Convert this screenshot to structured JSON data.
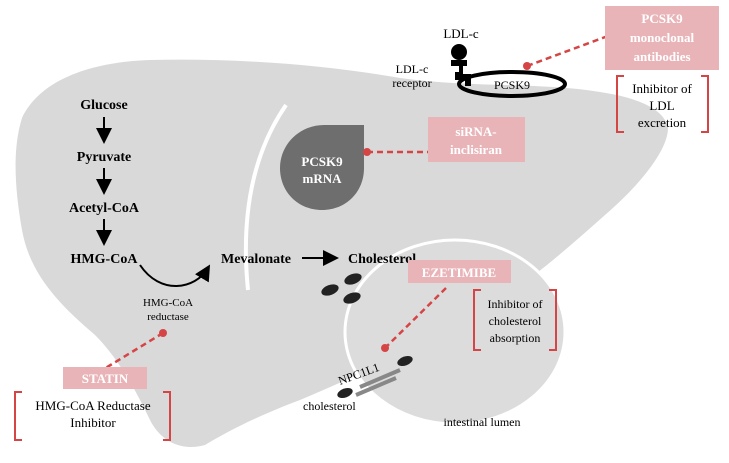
{
  "pathway": {
    "glucose": "Glucose",
    "pyruvate": "Pyruvate",
    "acetyl_coa": "Acetyl-CoA",
    "hmg_coa": "HMG-CoA",
    "mevalonate": "Mevalonate",
    "cholesterol": "Cholesterol",
    "enzyme_line1": "HMG-CoA",
    "enzyme_line2": "reductase"
  },
  "statin": {
    "label": "STATIN",
    "desc_line1": "HMG-CoA Reductase",
    "desc_line2": "Inhibitor"
  },
  "ldl": {
    "ldl_c": "LDL-c",
    "receptor_line1": "LDL-c",
    "receptor_line2": "receptor",
    "pcsk9": "PCSK9"
  },
  "antibodies": {
    "label_line1": "PCSK9",
    "label_line2": "monoclonal",
    "label_line3": "antibodies",
    "desc_line1": "Inhibitor of",
    "desc_line2": "LDL",
    "desc_line3": "excretion"
  },
  "sirna": {
    "label_line1": "siRNA-",
    "label_line2": "inclisiran",
    "mrna_line1": "PCSK9",
    "mrna_line2": "mRNA"
  },
  "ezetimibe": {
    "label": "EZETIMIBE",
    "desc_line1": "Inhibitor of",
    "desc_line2": "cholesterol",
    "desc_line3": "absorption"
  },
  "intestine": {
    "transporter": "NPC1L1",
    "cholesterol": "cholesterol",
    "lumen": "intestinal lumen"
  },
  "colors": {
    "liver": "#d9d9d9",
    "lumen": "#dcdcdc",
    "label_box": "#e8b4b8",
    "dash": "#d64545",
    "bracket": "#d64545",
    "mrna": "#6e6e6e"
  }
}
